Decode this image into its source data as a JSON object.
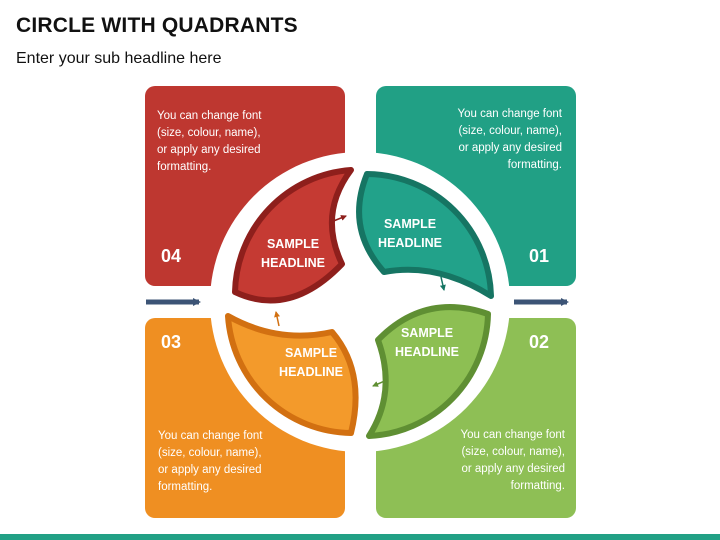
{
  "title": "CIRCLE WITH QUADRANTS",
  "subtitle": "Enter your sub headline here",
  "quadrants": [
    {
      "number": "04",
      "segment_label_line1": "SAMPLE",
      "segment_label_line2": "HEADLINE",
      "desc_lines": [
        "You can change font",
        "(size, colour, name),",
        "or apply any desired",
        "formatting."
      ],
      "color": "#be3730",
      "segment_color": "#c53a33",
      "segment_border": "#8e1f1c"
    },
    {
      "number": "01",
      "segment_label_line1": "SAMPLE",
      "segment_label_line2": "HEADLINE",
      "desc_lines": [
        "You can change font",
        "(size, colour, name),",
        "or apply any desired",
        "formatting."
      ],
      "color": "#21a085",
      "segment_color": "#22a28a",
      "segment_border": "#167563"
    },
    {
      "number": "02",
      "segment_label_line1": "SAMPLE",
      "segment_label_line2": "HEADLINE",
      "desc_lines": [
        "You can change font",
        "(size, colour, name),",
        "or apply any desired",
        "formatting."
      ],
      "color": "#8ebf55",
      "segment_color": "#8dbf53",
      "segment_border": "#5f8f33"
    },
    {
      "number": "03",
      "segment_label_line1": "SAMPLE",
      "segment_label_line2": "HEADLINE",
      "desc_lines": [
        "You can change font",
        "(size, colour, name),",
        "or apply any desired",
        "formatting."
      ],
      "color": "#ef8f22",
      "segment_color": "#f39a2b",
      "segment_border": "#d27011"
    }
  ],
  "arrow_color": "#3c5476",
  "accent_bar_color": "#21a085"
}
